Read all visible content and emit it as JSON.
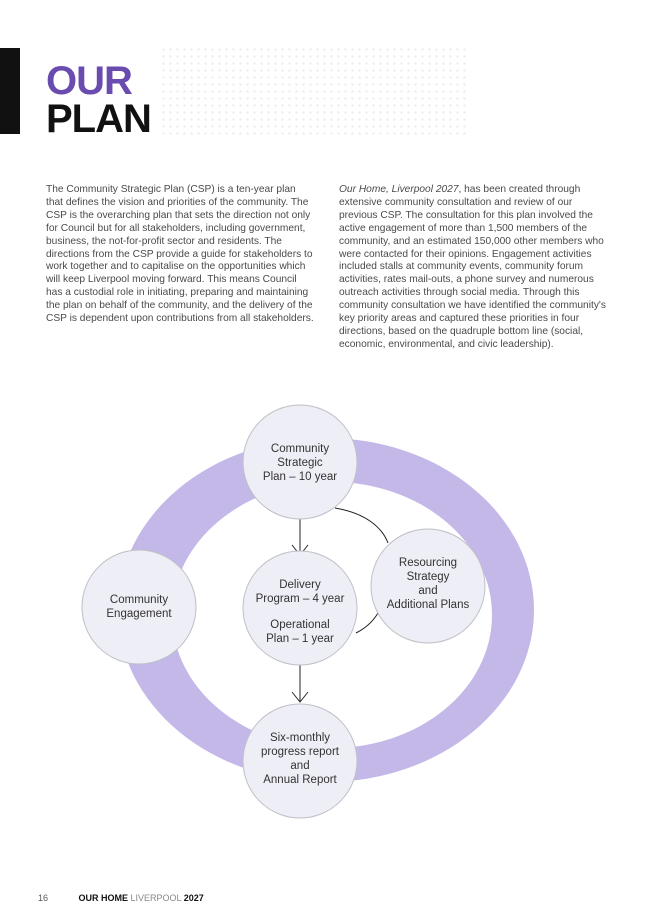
{
  "title": {
    "line1": "OUR",
    "line2": "PLAN"
  },
  "colors": {
    "accent": "#6a4bb0",
    "ring": "#c4b8e8",
    "circle_fill": "#eeeef6",
    "circle_stroke": "#bfbfc8"
  },
  "left_paragraph": "The Community Strategic Plan (CSP) is a ten-year plan that defines the vision and priorities of the community. The CSP is the overarching plan that sets the direction not only for Council but for all stakeholders, including government, business, the not-for-profit sector and residents. The directions from the CSP provide a guide for stakeholders to work together and to capitalise on the opportunities which will keep Liverpool moving forward. This means Council has a custodial role in initiating, preparing and maintaining the plan on behalf of the community, and the delivery of the CSP is dependent upon contributions from all stakeholders.",
  "right_paragraph": {
    "italic": "Our Home, Liverpool 2027",
    "rest": ", has been created through extensive community consultation and review of our previous CSP. The consultation for this plan involved the active engagement of more than 1,500 members of the community, and an estimated 150,000 other members who were contacted for their opinions. Engagement activities included stalls at community events, community forum activities, rates mail-outs, a phone survey and numerous outreach activities through social media. Through this community consultation we have identified the community's key priority areas and captured these priorities in four directions, based on the quadruple bottom line (social, economic, environmental, and civic leadership)."
  },
  "diagram": {
    "top_circle": [
      "Community",
      "Strategic",
      "Plan – 10 year"
    ],
    "left_circle": [
      "Community",
      "Engagement"
    ],
    "center_circle_a": [
      "Delivery",
      "Program – 4 year"
    ],
    "center_circle_b": [
      "Operational",
      "Plan – 1 year"
    ],
    "right_circle": [
      "Resourcing",
      "Strategy",
      "and",
      "Additional Plans"
    ],
    "bottom_circle": [
      "Six-monthly",
      "progress report",
      "and",
      "Annual Report"
    ]
  },
  "footer": {
    "page": "16",
    "brand_bold": "OUR HOME",
    "brand_mid": "LIVERPOOL",
    "year": "2027"
  }
}
